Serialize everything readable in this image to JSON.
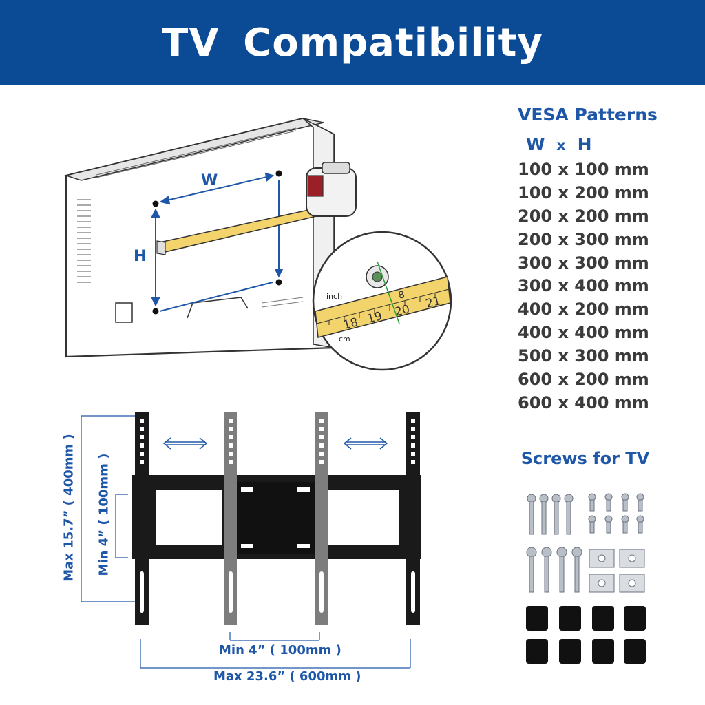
{
  "header": {
    "title": "TV  Compatibility"
  },
  "vesa": {
    "title": "VESA Patterns",
    "w_label": "W",
    "x_label": "x",
    "h_label": "H",
    "patterns": [
      "100 x 100 mm",
      "100 x 200 mm",
      "200 x 200 mm",
      "200 x 300 mm",
      "300 x 300 mm",
      "300 x 400 mm",
      "400 x 200 mm",
      "400 x 400 mm",
      "500 x 300 mm",
      "600 x 200 mm",
      "600 x 400 mm"
    ]
  },
  "screws": {
    "title": "Screws for TV"
  },
  "tv_diagram": {
    "w_label": "W",
    "h_label": "H",
    "tape_inch": "inch",
    "tape_cm": "cm",
    "tape_numbers": [
      "18",
      "19",
      "20",
      "21",
      "8"
    ]
  },
  "bracket": {
    "max_height": "Max  15.7” ( 400mm )",
    "min_height": "Min  4”  ( 100mm )",
    "min_width": "Min  4”  ( 100mm )",
    "max_width": "Max  23.6”  ( 600mm )"
  },
  "colors": {
    "header_bg": "#0b4a95",
    "accent_blue": "#1f57a8",
    "text_dark": "#3b3b3b",
    "tape_yellow": "#f3d36b"
  }
}
